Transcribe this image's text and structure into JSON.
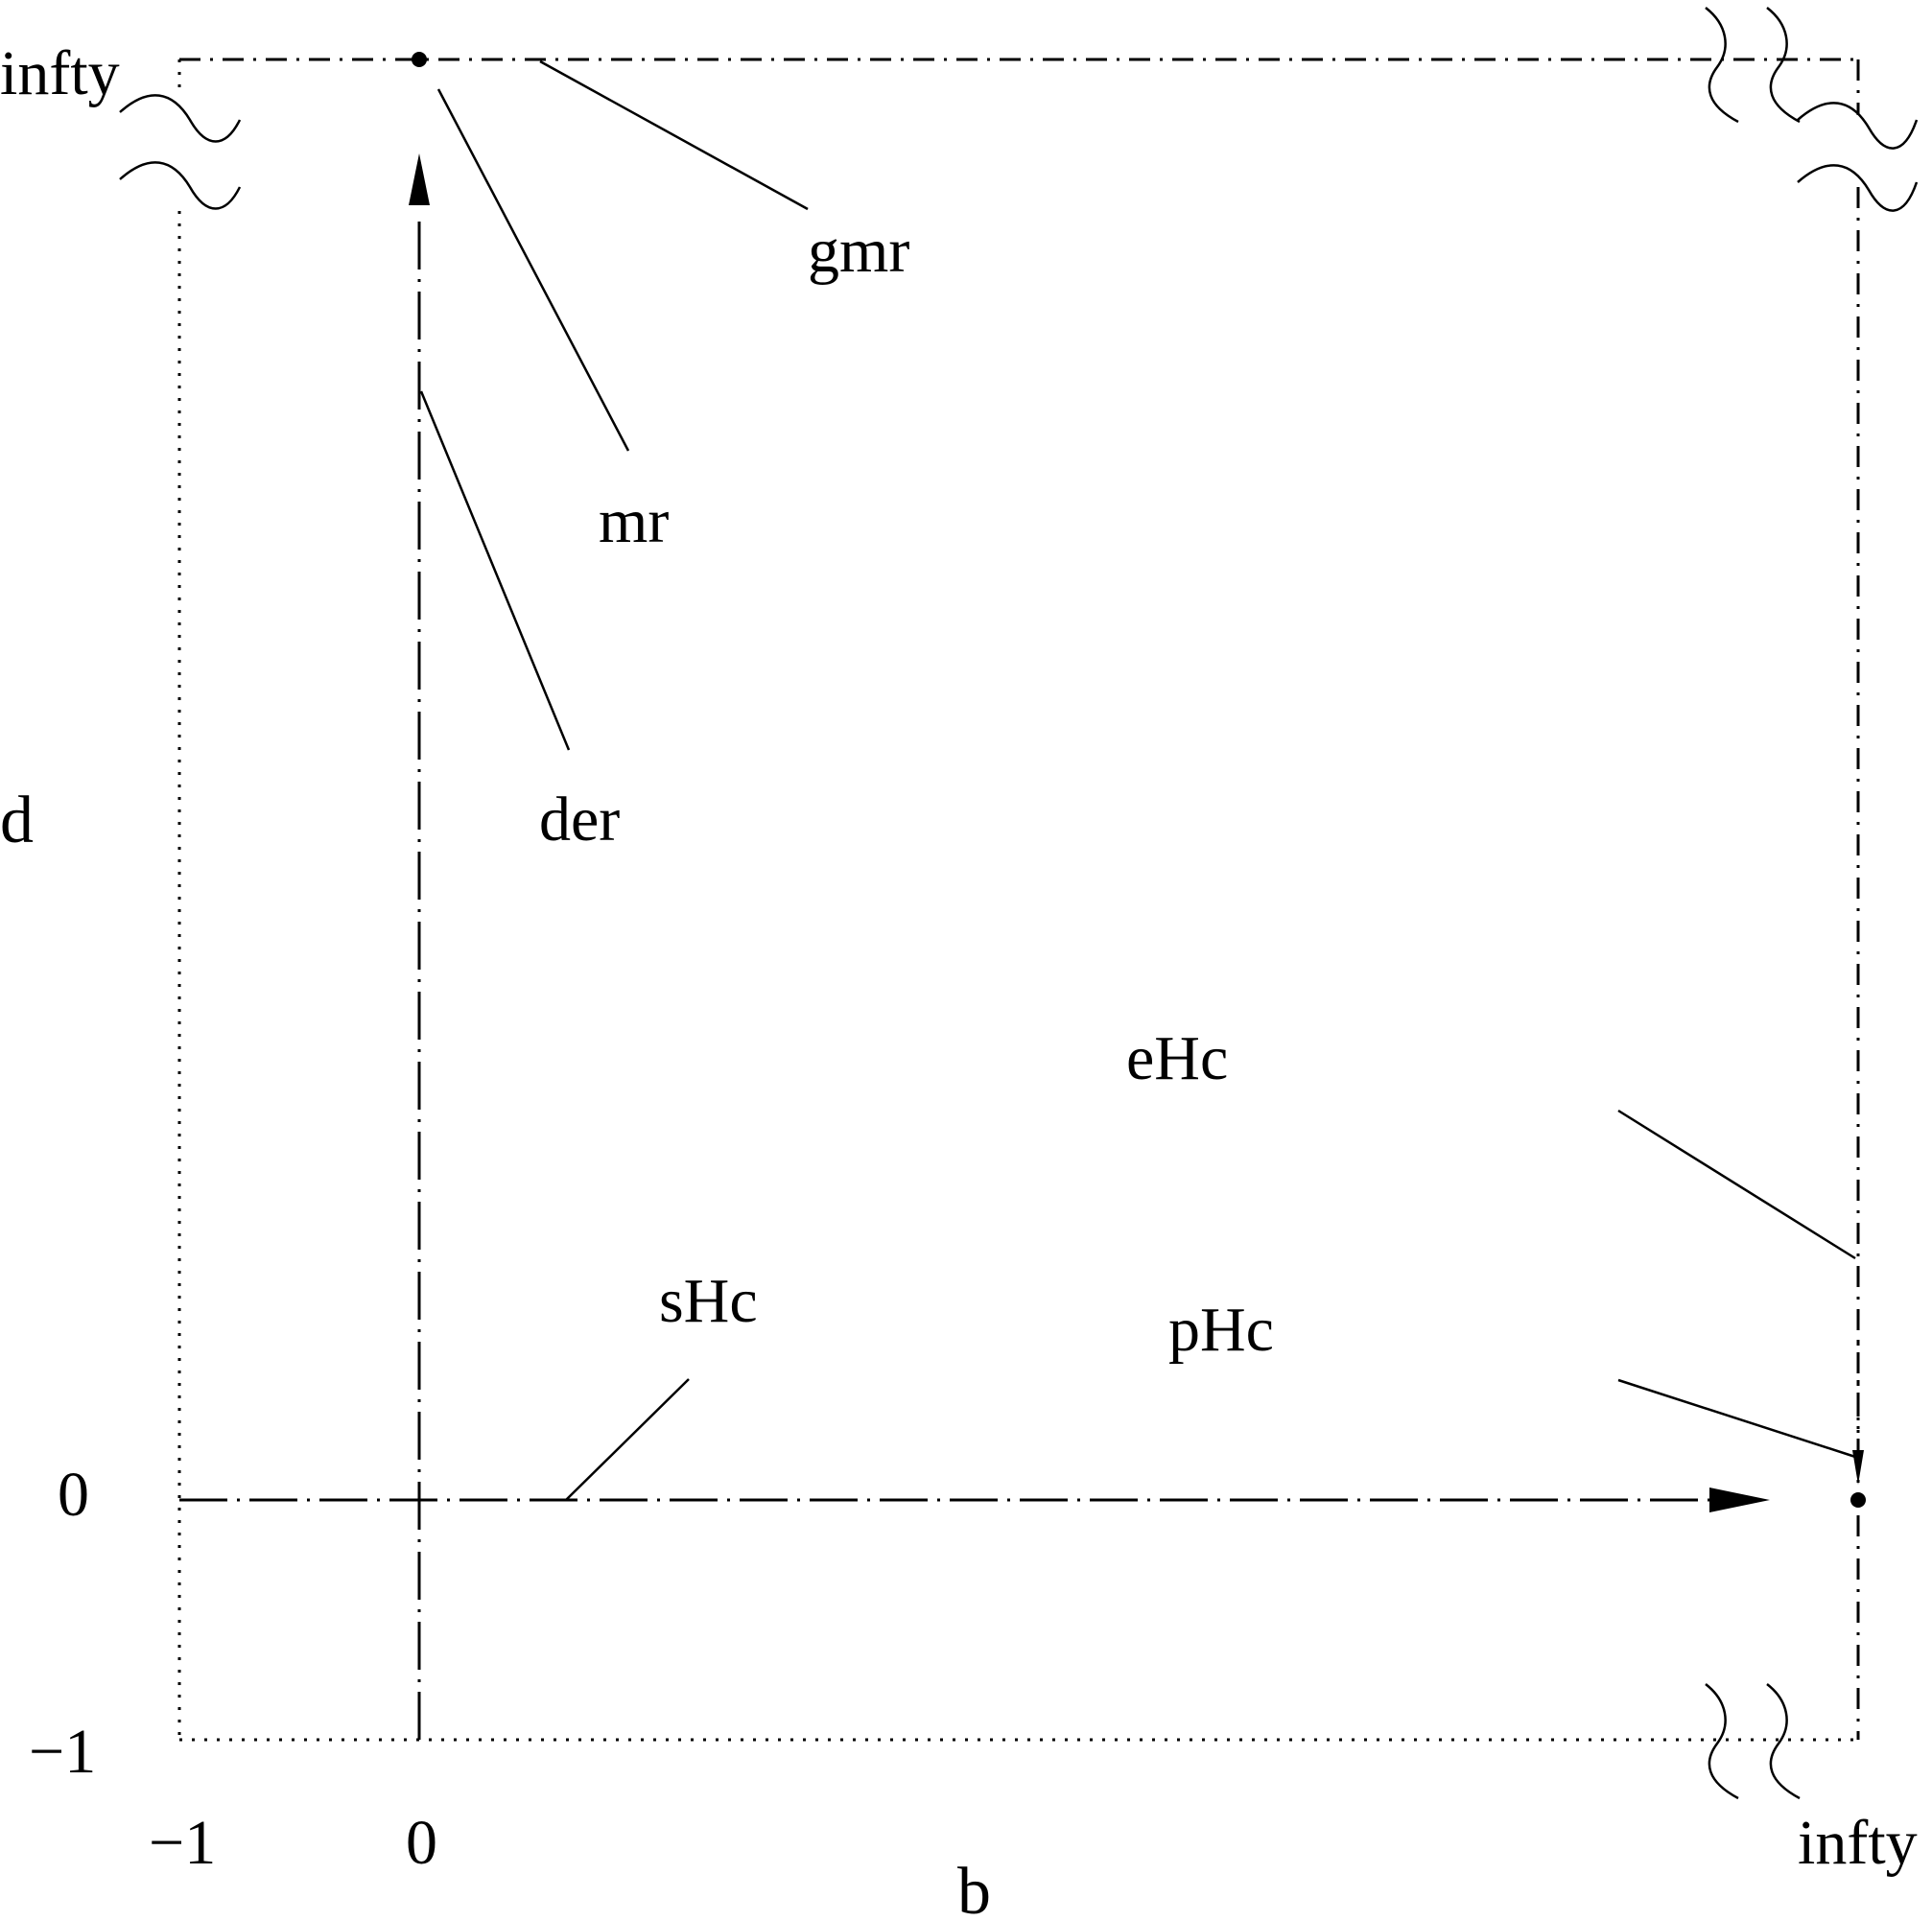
{
  "axes": {
    "x_label": "b",
    "y_label": "d",
    "x_ticks": [
      "−1",
      "0",
      "infty"
    ],
    "y_ticks": [
      "−1",
      "0",
      "infty"
    ]
  },
  "labels": {
    "gmr": "gmr",
    "mr": "mr",
    "der": "der",
    "ehc": "eHc",
    "shc": "sHc",
    "phc": "pHc"
  },
  "colors": {
    "stroke": "#000000",
    "background": "#ffffff"
  }
}
